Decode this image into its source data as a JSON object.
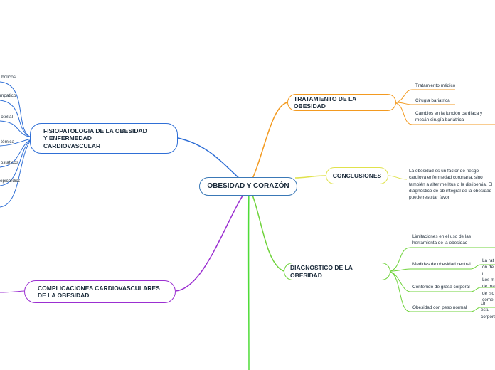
{
  "colors": {
    "center": "#3a78b6",
    "fisiopatologia": "#2f6fd6",
    "complicaciones": "#9b2fd1",
    "tratamiento": "#f39a20",
    "conclusiones": "#e0e24c",
    "diagnostico": "#6fd33b",
    "bottom_branch": "#4fdc38"
  },
  "center": {
    "label": "OBESIDAD Y CORAZÓN"
  },
  "fisiopatologia": {
    "label": "FISIOPATOLOGIA DE LA OBESIDAD Y ENFERMEDAD CARDIOVASCULAR",
    "leaves": [
      "bolicos",
      "mpatico",
      "otelial",
      "témica",
      "ostaticos",
      "epicardica"
    ]
  },
  "complicaciones": {
    "label": "COMPLICACIONES CARDIOVASCULARES DE LA OBESIDAD"
  },
  "tratamiento": {
    "label": "TRATAMIENTO DE LA OBESIDAD",
    "leaves": [
      "Tratamiento médico",
      "Cirugía bariatrica",
      "Cambios en la función cardiaca y mecán cirugía bariátrica"
    ]
  },
  "conclusiones": {
    "label": "CONCLUSIONES",
    "text": "La obesidad es un factor de riesgo cardiova enfermedad coronaria, sino también a alter mellitus o la dislipemia. El diagnóstico de ob integral de la obesidad puede resultar favor"
  },
  "diagnostico": {
    "label": "DIAGNOSTICO DE LA OBESIDAD",
    "leaves": [
      "Limitaciones en el uso de las herramienta de la obesidad",
      "Medidas de obesidad central",
      "Contenido de grasa corporal",
      "Obesidad con peso normal"
    ],
    "subleaves": [
      "La rat ón de l",
      "Los m de ma de iso come",
      "Un estu corpora"
    ]
  }
}
